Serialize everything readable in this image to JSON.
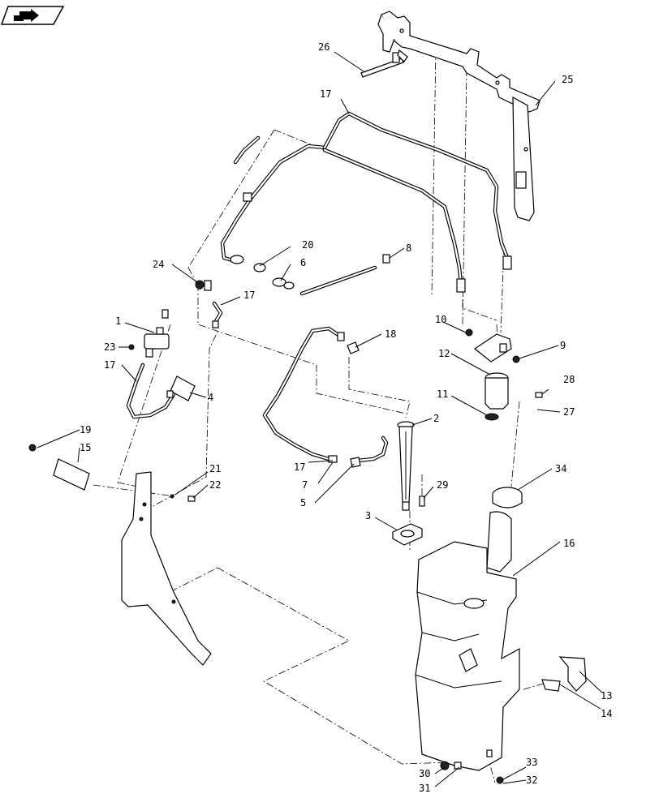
{
  "callouts": [
    {
      "id": "c1",
      "label": "1"
    },
    {
      "id": "c2",
      "label": "2"
    },
    {
      "id": "c3",
      "label": "3"
    },
    {
      "id": "c4",
      "label": "4"
    },
    {
      "id": "c5",
      "label": "5"
    },
    {
      "id": "c6",
      "label": "6"
    },
    {
      "id": "c7",
      "label": "7"
    },
    {
      "id": "c8",
      "label": "8"
    },
    {
      "id": "c9",
      "label": "9"
    },
    {
      "id": "c10",
      "label": "10"
    },
    {
      "id": "c11",
      "label": "11"
    },
    {
      "id": "c12",
      "label": "12"
    },
    {
      "id": "c13",
      "label": "13"
    },
    {
      "id": "c14",
      "label": "14"
    },
    {
      "id": "c15",
      "label": "15"
    },
    {
      "id": "c16",
      "label": "16"
    },
    {
      "id": "c17a",
      "label": "17"
    },
    {
      "id": "c17b",
      "label": "17"
    },
    {
      "id": "c17c",
      "label": "17"
    },
    {
      "id": "c17d",
      "label": "17"
    },
    {
      "id": "c18",
      "label": "18"
    },
    {
      "id": "c19",
      "label": "19"
    },
    {
      "id": "c20",
      "label": "20"
    },
    {
      "id": "c21",
      "label": "21"
    },
    {
      "id": "c22",
      "label": "22"
    },
    {
      "id": "c23",
      "label": "23"
    },
    {
      "id": "c24",
      "label": "24"
    },
    {
      "id": "c25",
      "label": "25"
    },
    {
      "id": "c26",
      "label": "26"
    },
    {
      "id": "c27",
      "label": "27"
    },
    {
      "id": "c28",
      "label": "28"
    },
    {
      "id": "c29",
      "label": "29"
    },
    {
      "id": "c30",
      "label": "30"
    },
    {
      "id": "c31",
      "label": "31"
    },
    {
      "id": "c32",
      "label": "32"
    },
    {
      "id": "c33",
      "label": "33"
    },
    {
      "id": "c34",
      "label": "34"
    }
  ],
  "icons": {
    "navigation": "forward-page-icon"
  }
}
